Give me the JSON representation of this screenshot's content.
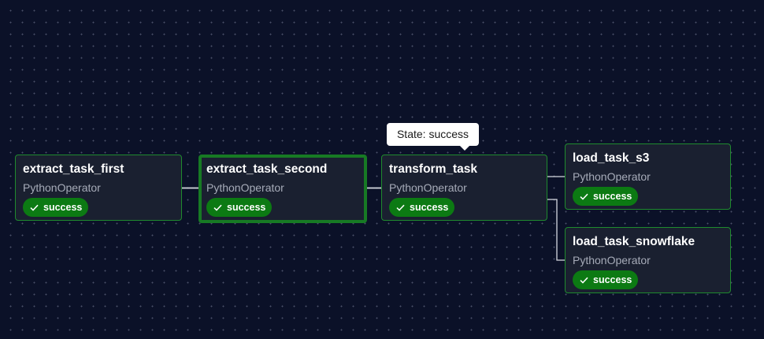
{
  "graph": {
    "nodes": [
      {
        "id": "extract_task_first",
        "title": "extract_task_first",
        "operator": "PythonOperator",
        "status": "success",
        "selected": false
      },
      {
        "id": "extract_task_second",
        "title": "extract_task_second",
        "operator": "PythonOperator",
        "status": "success",
        "selected": true
      },
      {
        "id": "transform_task",
        "title": "transform_task",
        "operator": "PythonOperator",
        "status": "success",
        "selected": false
      },
      {
        "id": "load_task_s3",
        "title": "load_task_s3",
        "operator": "PythonOperator",
        "status": "success",
        "selected": false
      },
      {
        "id": "load_task_snowflake",
        "title": "load_task_snowflake",
        "operator": "PythonOperator",
        "status": "success",
        "selected": false
      }
    ],
    "tooltip": {
      "text": "State: success"
    }
  },
  "colors": {
    "background": "#0b1128",
    "node_fill": "#1a2030",
    "node_border": "#1f8a2e",
    "success_badge": "#0c7a13",
    "edge": "#d6d9e0"
  }
}
